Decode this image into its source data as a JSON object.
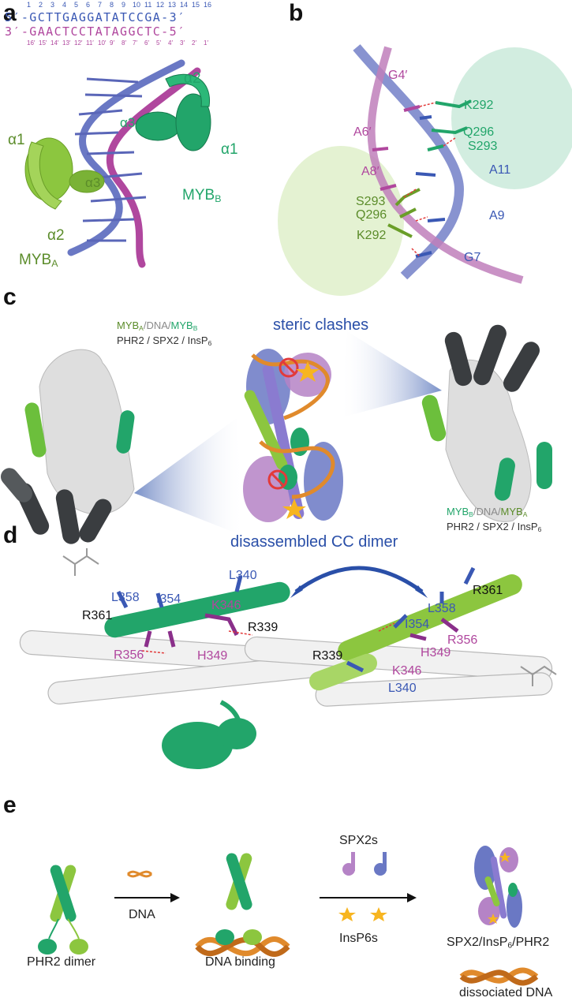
{
  "panels": [
    "a",
    "b",
    "c",
    "d",
    "e"
  ],
  "a": {
    "seq_top_numbers": [
      "1",
      "2",
      "3",
      "4",
      "5",
      "6",
      "7",
      "8",
      "9",
      "10",
      "11",
      "12",
      "13",
      "14",
      "15",
      "16"
    ],
    "seq_top": "5′-GCTTGAGGATATCCGA-3′",
    "seq_bottom": "3′-GAACTCCTATAGGCTC-5′",
    "seq_bottom_numbers": [
      "16′",
      "15′",
      "14′",
      "13′",
      "12′",
      "11′",
      "10′",
      "9′",
      "8′",
      "7′",
      "6′",
      "5′",
      "4′",
      "3′",
      "2′",
      "1′"
    ],
    "labels": {
      "alpha1_left": "α1",
      "alpha2_left": "α2",
      "alpha3_left": "α3",
      "alpha1_right": "α1",
      "alpha2_right": "α2",
      "alpha3_right": "α3",
      "myba": "MYB",
      "myba_sub": "A",
      "mybb": "MYB",
      "mybb_sub": "B"
    }
  },
  "b": {
    "labels": {
      "g4": "G4′",
      "a6": "A6′",
      "a8": "A8′",
      "k292_top": "K292",
      "q296_top": "Q296",
      "s293_top": "S293",
      "a11": "A11",
      "s293_bot": "S293",
      "q296_bot": "Q296",
      "k292_bot": "K292",
      "a9": "A9",
      "g7": "G7"
    }
  },
  "c": {
    "legend_left_top": [
      "MYB",
      "A",
      "/",
      "DNA",
      "/",
      "MYB",
      "B"
    ],
    "legend_left_bottom": "PHR2 / SPX2 / InsP",
    "legend_left_bottom_sub": "6",
    "title": "steric clashes",
    "legend_right_top": [
      "MYB",
      "B",
      "/",
      "DNA",
      "/",
      "MYB",
      "A"
    ],
    "legend_right_bottom": "PHR2 / SPX2 / InsP",
    "legend_right_bottom_sub": "6"
  },
  "d": {
    "title": "disassembled CC dimer",
    "left": {
      "l340": "L340",
      "l358": "L358",
      "i354": "I354",
      "k346": "K346",
      "r361": "R361",
      "r339": "R339",
      "r356": "R356",
      "h349": "H349"
    },
    "right": {
      "r361": "R361",
      "l358": "L358",
      "i354": "I354",
      "r356": "R356",
      "h349": "H349",
      "k346": "K346",
      "r339": "R339",
      "l340": "L340"
    }
  },
  "e": {
    "dna_label": "DNA",
    "spx2s": "SPX2s",
    "insp6s": "InsP6s",
    "phr2_dimer": "PHR2 dimer",
    "dna_binding": "DNA binding",
    "complex": "SPX2/InsP",
    "complex_sub": "6",
    "complex_tail": "/PHR2",
    "dissociated": "dissociated DNA"
  },
  "colors": {
    "myba_green": "#8cc63f",
    "mybb_green": "#22a56a",
    "dna_blue": "#6a78c4",
    "dna_magenta": "#b0479e",
    "orange_dna": "#e08a2c",
    "spx_purple": "#b583c6",
    "arrow_blue": "#2a4fa8",
    "dark_gray": "#3a3d40"
  }
}
